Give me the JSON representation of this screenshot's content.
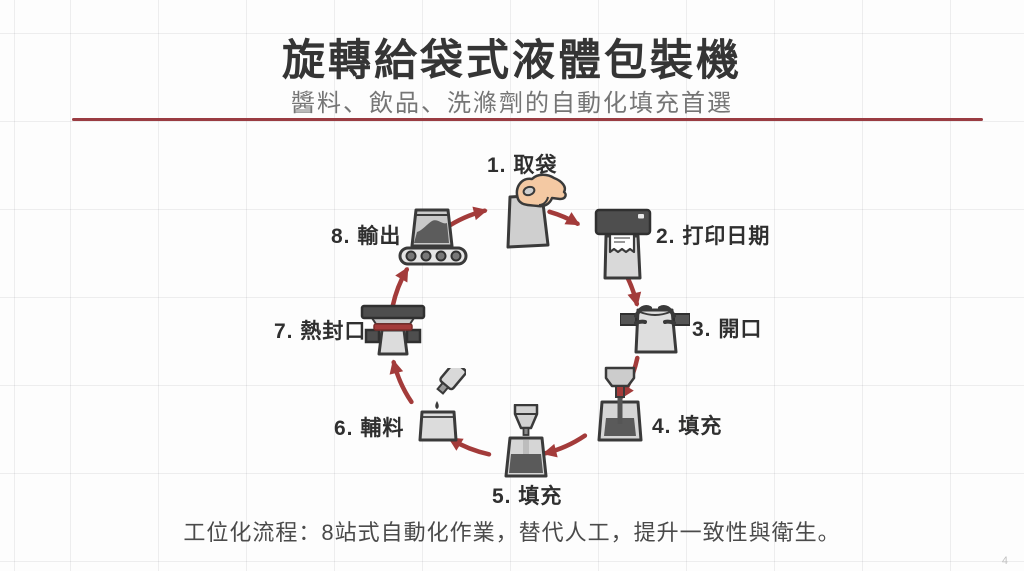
{
  "header": {
    "title": "旋轉給袋式液體包裝機",
    "subtitle": "醬料、飲品、洗滌劑的自動化填充首選"
  },
  "diagram": {
    "type": "cycle",
    "direction": "clockwise",
    "station_count": 8
  },
  "steps": [
    {
      "num": "1",
      "label": "1. 取袋",
      "icon": "hand-pick-bag-icon"
    },
    {
      "num": "2",
      "label": "2. 打印日期",
      "icon": "date-printer-icon"
    },
    {
      "num": "3",
      "label": "3. 開口",
      "icon": "bag-opening-gripper-icon"
    },
    {
      "num": "4",
      "label": "4. 填充",
      "icon": "filling-nozzle-icon"
    },
    {
      "num": "5",
      "label": "5. 填充",
      "icon": "filling-nozzle-icon"
    },
    {
      "num": "6",
      "label": "6. 輔料",
      "icon": "auxiliary-bottle-icon"
    },
    {
      "num": "7",
      "label": "7. 熱封口",
      "icon": "heat-sealer-icon"
    },
    {
      "num": "8",
      "label": "8. 輸出",
      "icon": "conveyor-output-icon"
    }
  ],
  "footer": {
    "caption": "工位化流程：8站式自動化作業，替代人工，提升一致性與衛生。",
    "page_number": "4"
  },
  "colors": {
    "accent_red": "#a33b3a",
    "divider_red": "#9a3c42",
    "title_text": "#353535",
    "subtitle_text": "#757575",
    "caption_text": "#4a4a4a",
    "icon_outline": "#3a3a3a",
    "icon_light": "#d6d6d6",
    "icon_dark": "#4e4e4e",
    "liquid_dark": "#5a5a5a",
    "skin": "#f4c9a3",
    "grid_line": "#e7e7e7",
    "background": "#fdfdfd"
  }
}
